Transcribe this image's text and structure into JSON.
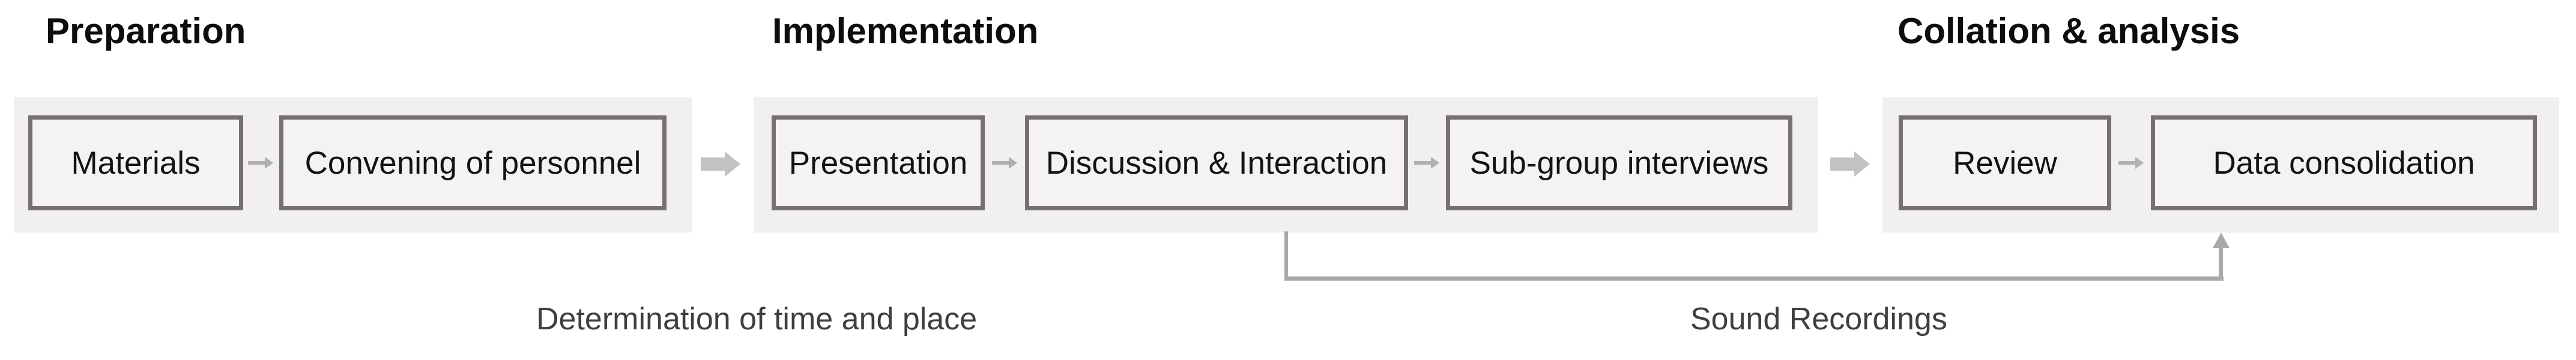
{
  "phases": [
    {
      "title": "Preparation",
      "steps": [
        "Materials",
        "Convening of personnel"
      ]
    },
    {
      "title": "Implementation",
      "steps": [
        "Presentation",
        "Discussion & Interaction",
        "Sub-group interviews"
      ]
    },
    {
      "title": "Collation & analysis",
      "steps": [
        "Review",
        "Data consolidation"
      ]
    }
  ],
  "annotations": {
    "time_place": "Determination of time and place",
    "sound_recordings": "Sound Recordings"
  },
  "colors": {
    "panel_background": "#f1f0ee",
    "box_fill": "#f4f3f1",
    "box_border": "#767171",
    "big_arrow": "#c3c2c1",
    "small_arrow": "#b1b0af",
    "connector": "#aaa9a8",
    "heading_text": "#0e0d0d",
    "box_text": "#131313",
    "annotation_text": "#3f3e3e"
  }
}
